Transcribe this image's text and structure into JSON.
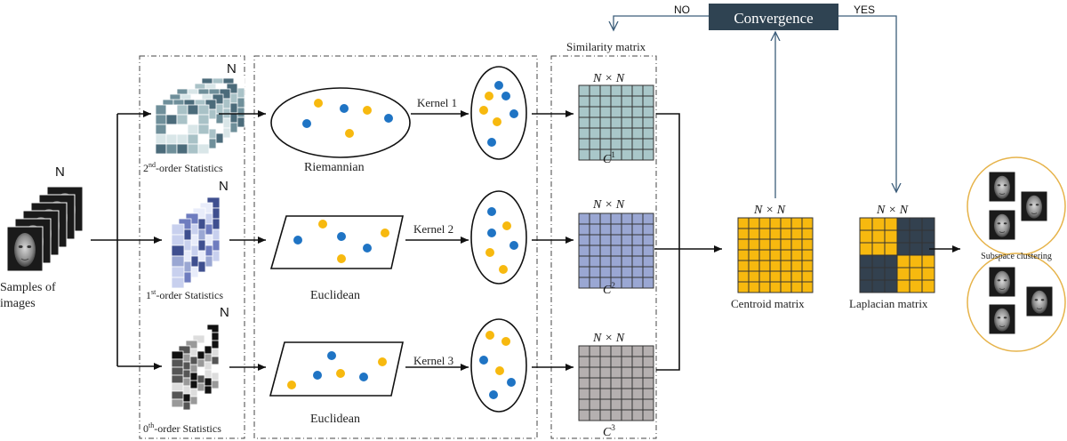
{
  "colors": {
    "blue_dot": "#1f74c4",
    "yellow_dot": "#f7b90f",
    "convergence_box": "#2f4352",
    "stat2_dark": "#4b6b7a",
    "stat2_light": "#a9c2c7",
    "matrix_sim1": "#a9c7c9",
    "matrix_sim2": "#9aa7d3",
    "matrix_sim3": "#b5b0b0",
    "matrix_centroid": "#f7b90f",
    "matrix_laplacian_dark": "#33414f",
    "cluster_circle": "#e6b34a"
  },
  "input": {
    "label_line1": "Samples of",
    "label_line2": "images",
    "count": "N"
  },
  "statistics": [
    {
      "prefix": "2",
      "sup": "nd",
      "suffix": "-order Statistics",
      "count": "N"
    },
    {
      "prefix": "1",
      "sup": "st",
      "suffix": "-order Statistics",
      "count": "N"
    },
    {
      "prefix": "0",
      "sup": "th",
      "suffix": "-order Statistics",
      "count": "N"
    }
  ],
  "spaces": [
    "Riemannian",
    "Euclidean",
    "Euclidean"
  ],
  "kernels": [
    "Kernel 1",
    "Kernel 2",
    "Kernel 3"
  ],
  "similarity": {
    "title": "Similarity matrix",
    "size_label": "N × N",
    "labels": [
      {
        "base": "C",
        "sup": "1"
      },
      {
        "base": "C",
        "sup": "2"
      },
      {
        "base": "C",
        "sup": "3"
      }
    ]
  },
  "centroid": {
    "size_label": "N × N",
    "label": "Centroid matrix"
  },
  "laplacian": {
    "size_label": "N × N",
    "label": "Laplacian matrix"
  },
  "convergence": {
    "label": "Convergence",
    "no": "NO",
    "yes": "YES"
  },
  "output": {
    "label": "Subspace clustering"
  }
}
